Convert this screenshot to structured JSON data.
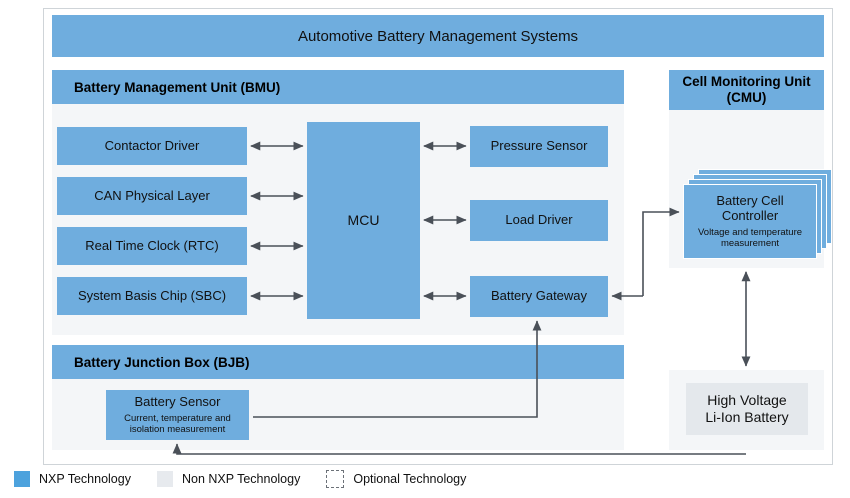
{
  "diagram": {
    "title": "Automotive Battery Management Systems",
    "panels": {
      "bmu": {
        "header": "Battery Management Unit (BMU)",
        "left_blocks": [
          {
            "label": "Contactor Driver"
          },
          {
            "label": "CAN Physical Layer"
          },
          {
            "label": "Real Time Clock (RTC)"
          },
          {
            "label": "System Basis Chip (SBC)"
          }
        ],
        "center_block": {
          "label": "MCU"
        },
        "right_blocks": [
          {
            "label": "Pressure Sensor"
          },
          {
            "label": "Load Driver"
          },
          {
            "label": "Battery Gateway"
          }
        ]
      },
      "cmu": {
        "header_line1": "Cell Monitoring Unit",
        "header_line2": "(CMU)",
        "block": {
          "label": "Battery Cell Controller",
          "sublabel": "Voltage and temperature measurement"
        }
      },
      "bjb": {
        "header": "Battery Junction Box (BJB)",
        "block": {
          "label": "Battery Sensor",
          "sublabel": "Current, temperature and isolation measurement"
        }
      },
      "battery": {
        "label_line1": "High Voltage",
        "label_line2": "Li-Ion Battery"
      }
    },
    "legend": [
      {
        "swatch": "nxp",
        "label": "NXP Technology",
        "color": "#4da2dd"
      },
      {
        "swatch": "nonnxp",
        "label": "Non NXP Technology",
        "color": "#e7eaee"
      },
      {
        "swatch": "optional",
        "label": "Optional Technology",
        "color": "#ffffff"
      }
    ],
    "colors": {
      "nxp_blue": "#6fadde",
      "panel_grey": "#f4f6f8",
      "block_grey": "#e4e8ec",
      "wire": "#4a5058",
      "frame_border": "#cfd4d8"
    }
  }
}
